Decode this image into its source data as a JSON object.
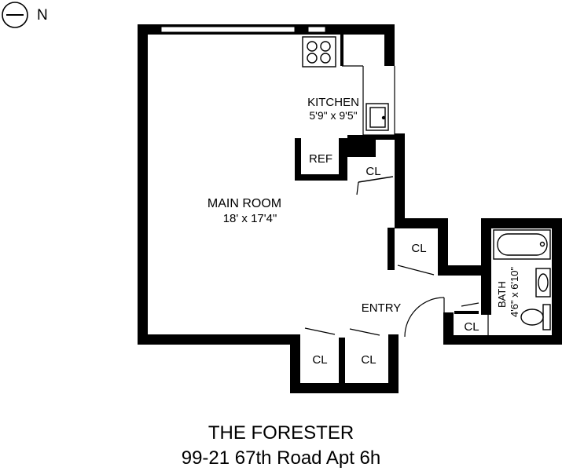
{
  "compass": {
    "label": "N"
  },
  "rooms": {
    "kitchen": {
      "name": "KITCHEN",
      "size": "5'9\" x 9'5\""
    },
    "ref": {
      "name": "REF"
    },
    "main_room": {
      "name": "MAIN ROOM",
      "size": "18' x 17'4\""
    },
    "entry": {
      "name": "ENTRY"
    },
    "bath": {
      "name": "BATH",
      "size": "4'6\" x 6'10\""
    },
    "closet_label": "CL"
  },
  "building": {
    "name": "THE FORESTER",
    "address": "99-21 67th Road Apt 6h"
  },
  "colors": {
    "wall": "#000000",
    "background": "#ffffff"
  }
}
